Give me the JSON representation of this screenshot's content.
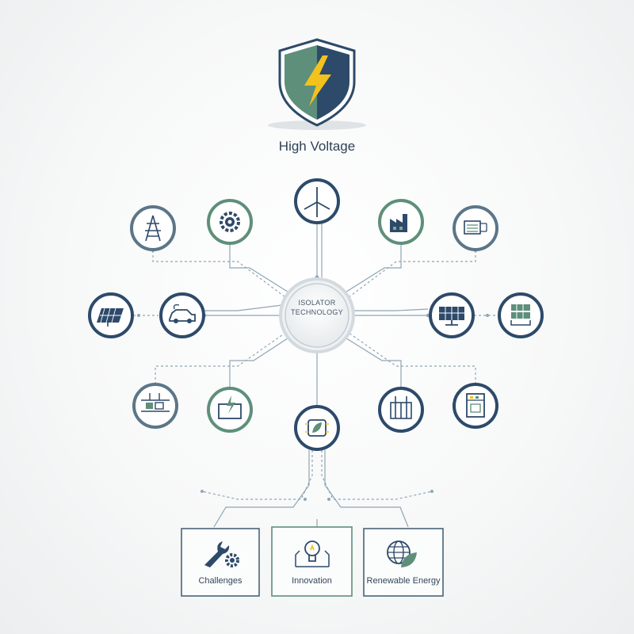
{
  "header": {
    "title": "High Voltage",
    "shield_icon": "shield-lightning-icon"
  },
  "hub": {
    "line1": "ISOLATOR",
    "line2": "TECHNOLOGY"
  },
  "nodes": [
    {
      "name": "transmission-tower-icon"
    },
    {
      "name": "gear-icon"
    },
    {
      "name": "wind-turbine-icon"
    },
    {
      "name": "factory-icon"
    },
    {
      "name": "control-panel-icon"
    },
    {
      "name": "solar-panel-icon"
    },
    {
      "name": "electric-car-icon"
    },
    {
      "name": "solar-array-icon"
    },
    {
      "name": "server-rack-icon"
    },
    {
      "name": "substation-icon"
    },
    {
      "name": "battery-storage-icon"
    },
    {
      "name": "eco-chip-icon"
    },
    {
      "name": "transformer-icon"
    },
    {
      "name": "switchgear-cabinet-icon"
    }
  ],
  "cards": [
    {
      "label": "Challenges",
      "icon": "wrench-gear-icon"
    },
    {
      "label": "Innovation",
      "icon": "lightbulb-icon"
    },
    {
      "label": "Renewable Energy",
      "icon": "globe-leaf-icon"
    }
  ],
  "colors": {
    "navy": "#2d4a6a",
    "green": "#5e8f7a",
    "accent_yellow": "#f3c21d",
    "line": "#8fa6b4"
  }
}
